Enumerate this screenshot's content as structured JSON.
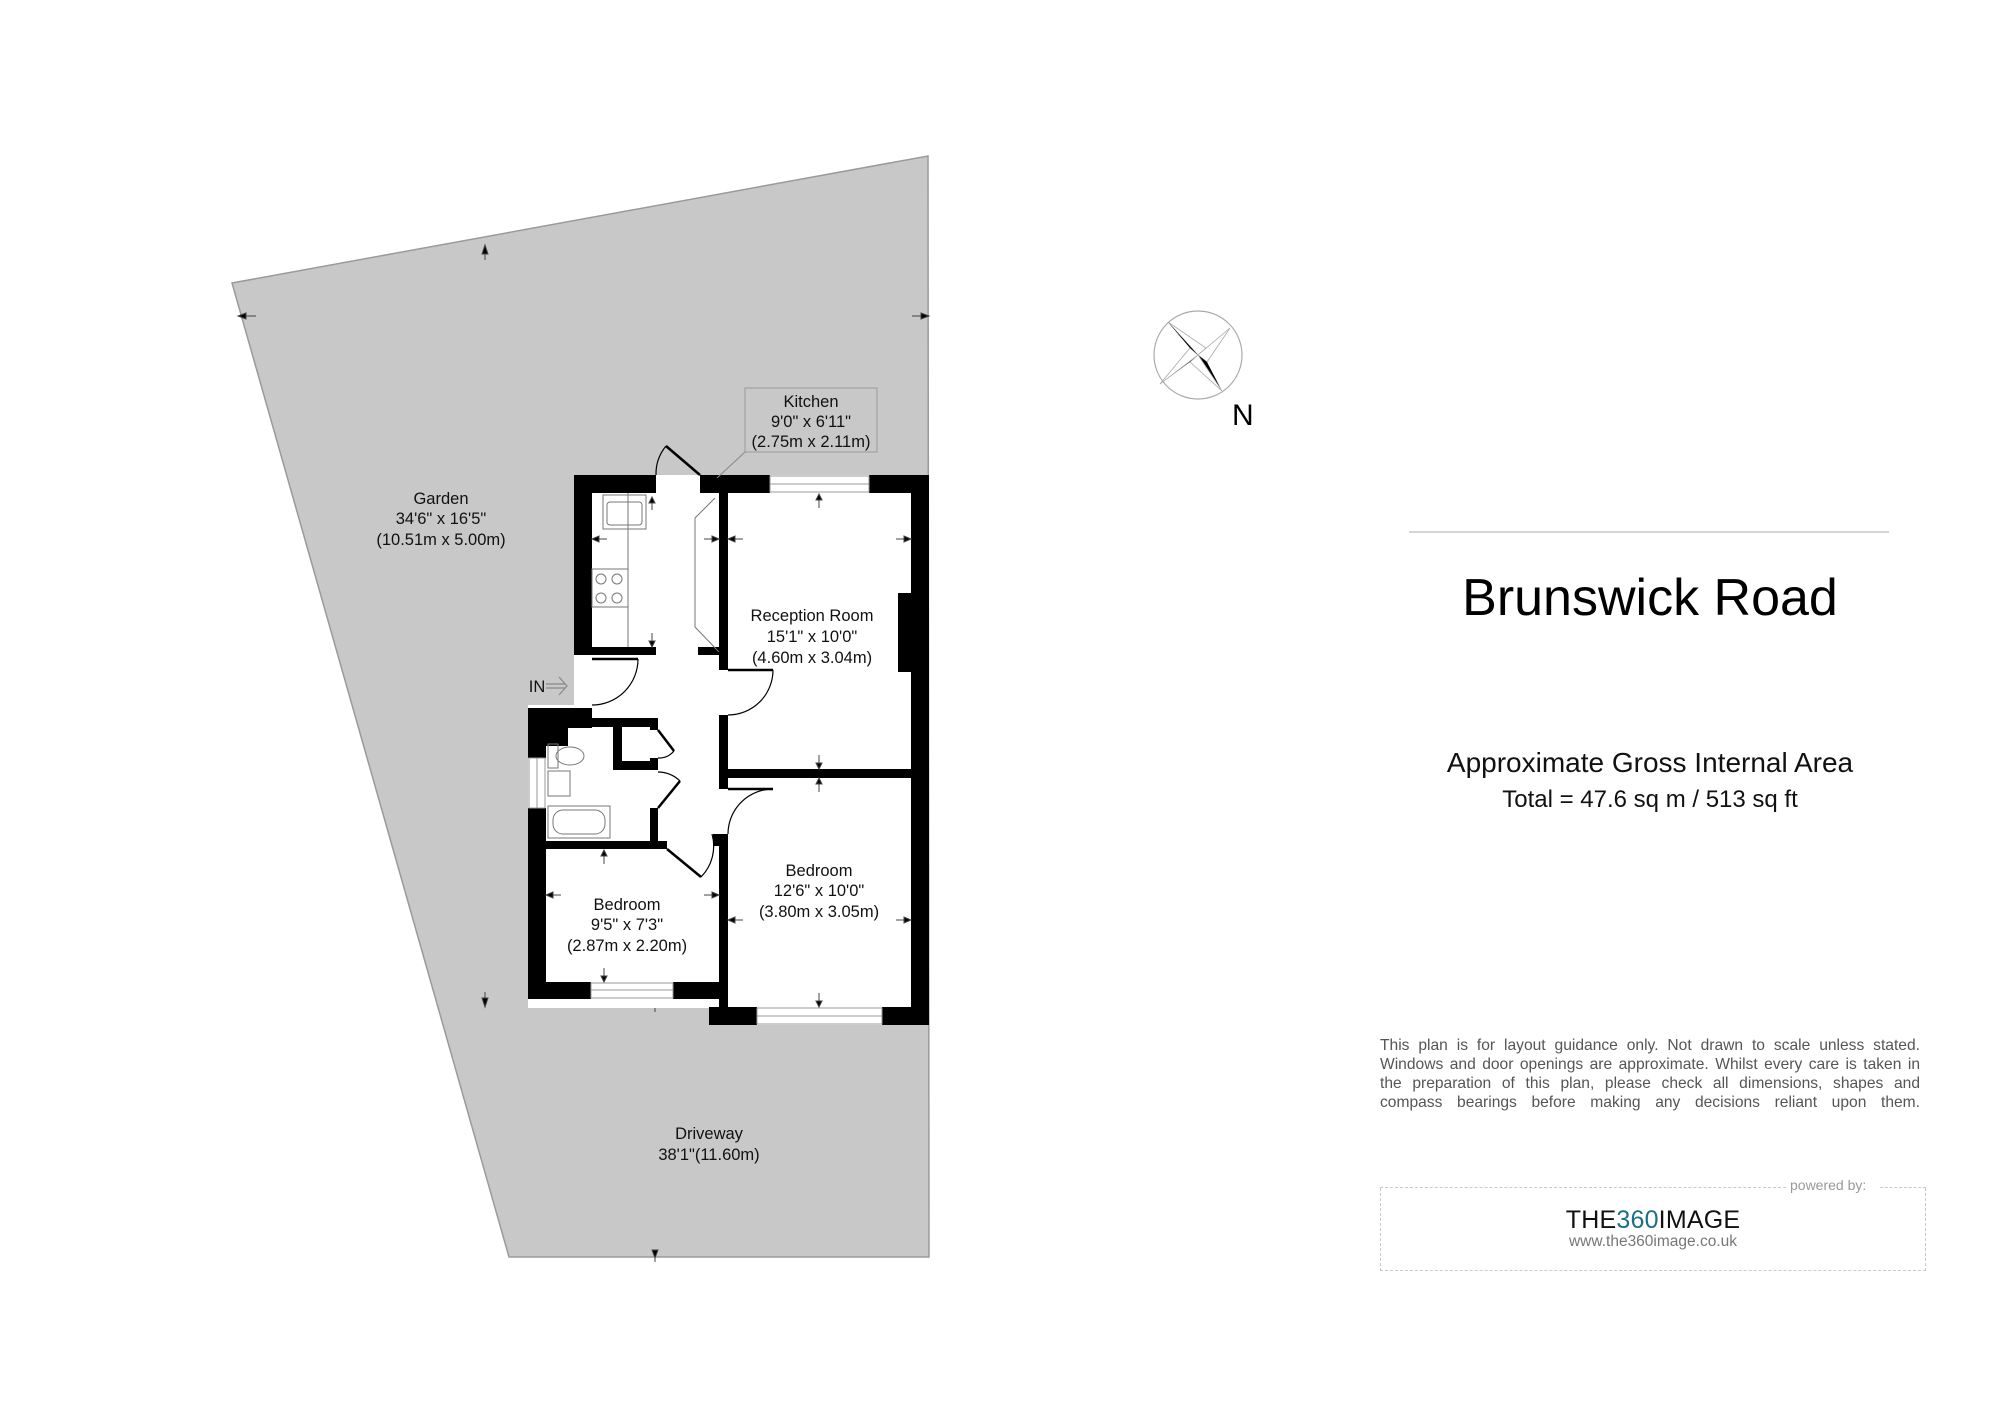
{
  "property": {
    "title": "Brunswick Road"
  },
  "area": {
    "heading": "Approximate Gross Internal Area",
    "total": "Total = 47.6 sq m / 513 sq ft",
    "total_sq_m": 47.6,
    "total_sq_ft": 513
  },
  "compass": {
    "icon": "compass-rose-icon",
    "label": "N"
  },
  "entrance": {
    "label": "IN",
    "icon": "entrance-arrow-icon"
  },
  "rooms": [
    {
      "name": "Kitchen",
      "imperial": "9'0\" x 6'11\"",
      "metric": "(2.75m x 2.11m)"
    },
    {
      "name": "Reception Room",
      "imperial": "15'1\" x 10'0\"",
      "metric": "(4.60m x 3.04m)"
    },
    {
      "name": "Bedroom",
      "imperial": "12'6\" x 10'0\"",
      "metric": "(3.80m x 3.05m)"
    },
    {
      "name": "Bedroom",
      "imperial": "9'5\" x 7'3\"",
      "metric": "(2.87m x 2.20m)"
    }
  ],
  "outdoor": [
    {
      "name": "Garden",
      "imperial": "34'6\" x 16'5\"",
      "metric": "(10.51m x 5.00m)"
    },
    {
      "name": "Driveway",
      "dimension": "38'1\"(11.60m)"
    }
  ],
  "disclaimer": "This plan is for layout guidance only. Not drawn to scale unless stated. Windows and door openings are approximate. Whilst every care is taken in the preparation of this plan, please check all dimensions, shapes and compass bearings before making any decisions reliant upon them.",
  "branding": {
    "powered_by": "powered by:",
    "logo_prefix": "THE",
    "logo_accent": "360",
    "logo_suffix": "IMAGE",
    "url": "www.the360image.co.uk",
    "accent_color": "#1b6f88"
  },
  "colors": {
    "garden_fill": "#c8c8c8",
    "wall": "#000000",
    "floor": "#ffffff"
  }
}
